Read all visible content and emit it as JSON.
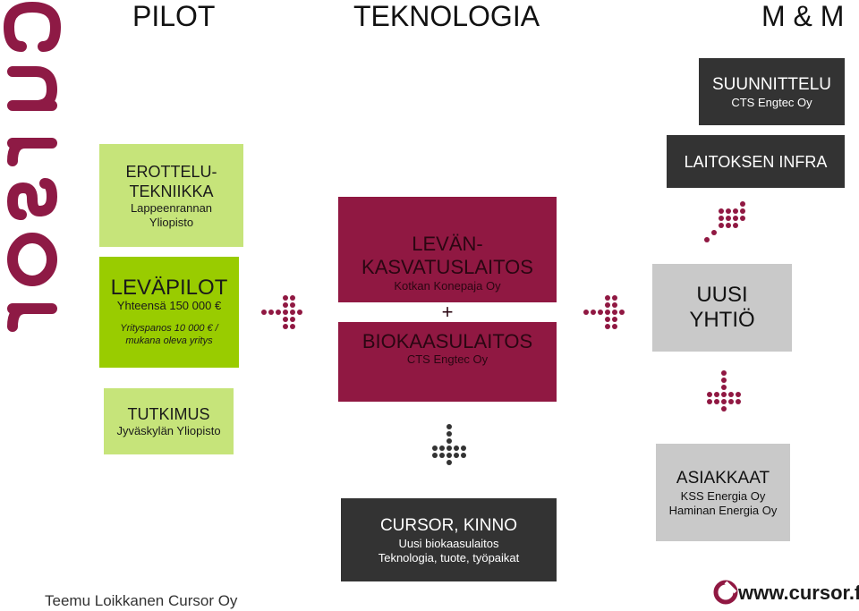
{
  "headers": {
    "pilot": "PILOT",
    "teknologia": "TEKNOLOGIA",
    "mm": "M & M"
  },
  "erottelu": {
    "title": "EROTTELU-\nTEKNIIKKA",
    "org": "Lappeenrannan\nYliopisto"
  },
  "levapilot": {
    "title": "LEVÄPILOT",
    "total": "Yhteensä 150 000 €",
    "note": "Yrityspanos 10 000 € /\nmukana oleva yritys"
  },
  "tutkimus": {
    "title": "TUTKIMUS",
    "org": "Jyväskylän Yliopisto"
  },
  "levan": {
    "title": "LEVÄN-\nKASVATUSLAITOS",
    "org": "Kotkan Konepaja Oy"
  },
  "plus": "+",
  "biokaasu": {
    "title": "BIOKAASULAITOS",
    "org": "CTS Engtec Oy"
  },
  "cursor_kinno": {
    "title": "CURSOR, KINNO",
    "line1": "Uusi biokaasulaitos",
    "line2": "Teknologia, tuote, työpaikat"
  },
  "suunnittelu": {
    "title": "SUUNNITTELU",
    "org": "CTS Engtec Oy"
  },
  "infra": {
    "title": "LAITOKSEN INFRA"
  },
  "uusi": {
    "title": "UUSI\nYHTIÖ"
  },
  "asiakkaat": {
    "title": "ASIAKKAAT",
    "org1": "KSS Energia Oy",
    "org2": "Haminan Energia Oy"
  },
  "footer": {
    "author": "Teemu Loikkanen Cursor Oy",
    "website": "www.cursor.fi"
  },
  "logo_text": "cursor",
  "colors": {
    "light_green": "#c6e47a",
    "green": "#99cc00",
    "maroon": "#901842",
    "dark": "#333333",
    "grey": "#c9c9c9"
  },
  "icons": [
    "cursor-vertical-logo",
    "dot-arrow-right",
    "dot-arrow-down",
    "dot-arrow-diagonal",
    "cursor-web-logo"
  ]
}
